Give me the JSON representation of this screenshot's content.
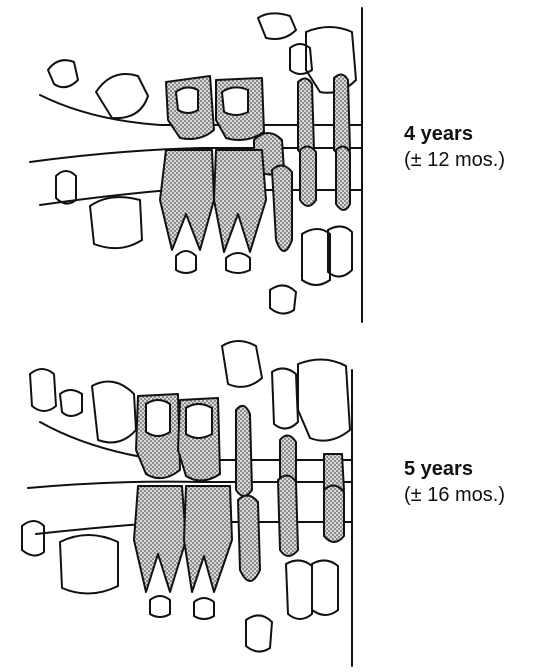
{
  "stages": [
    {
      "age": "4 years",
      "range": "(± 12 mos.)"
    },
    {
      "age": "5 years",
      "range": "(± 16 mos.)"
    }
  ],
  "colors": {
    "line": "#111111",
    "stipple": "#9a9a9a",
    "background": "#ffffff"
  }
}
